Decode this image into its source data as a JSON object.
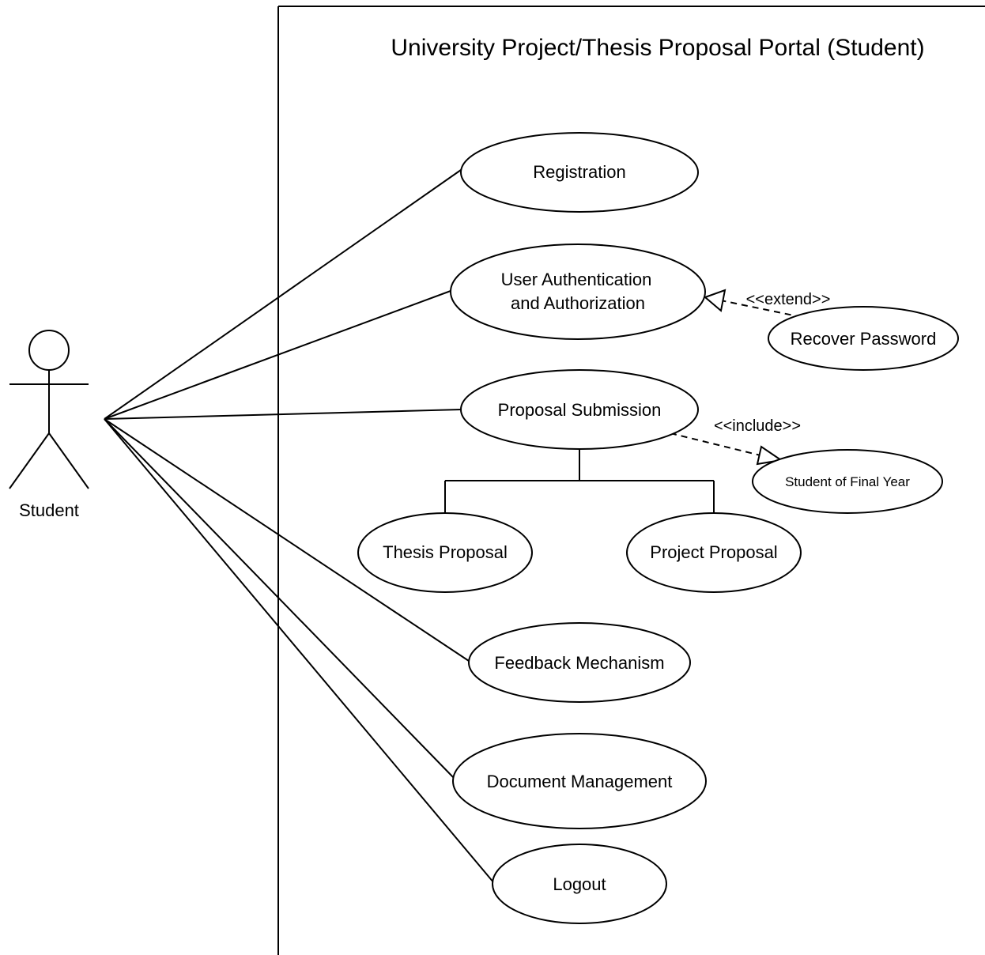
{
  "system": {
    "title": "University Project/Thesis Proposal Portal (Student)"
  },
  "actor": {
    "name": "Student"
  },
  "use_cases": {
    "registration": "Registration",
    "auth_line1": "User Authentication",
    "auth_line2": "and Authorization",
    "recover_password": "Recover Password",
    "proposal_submission": "Proposal Submission",
    "student_final_year": "Student of Final Year",
    "thesis_proposal": "Thesis Proposal",
    "project_proposal": "Project Proposal",
    "feedback_mechanism": "Feedback Mechanism",
    "document_management": "Document Management",
    "logout": "Logout"
  },
  "relations": {
    "extend": "<<extend>>",
    "include": "<<include>>"
  }
}
